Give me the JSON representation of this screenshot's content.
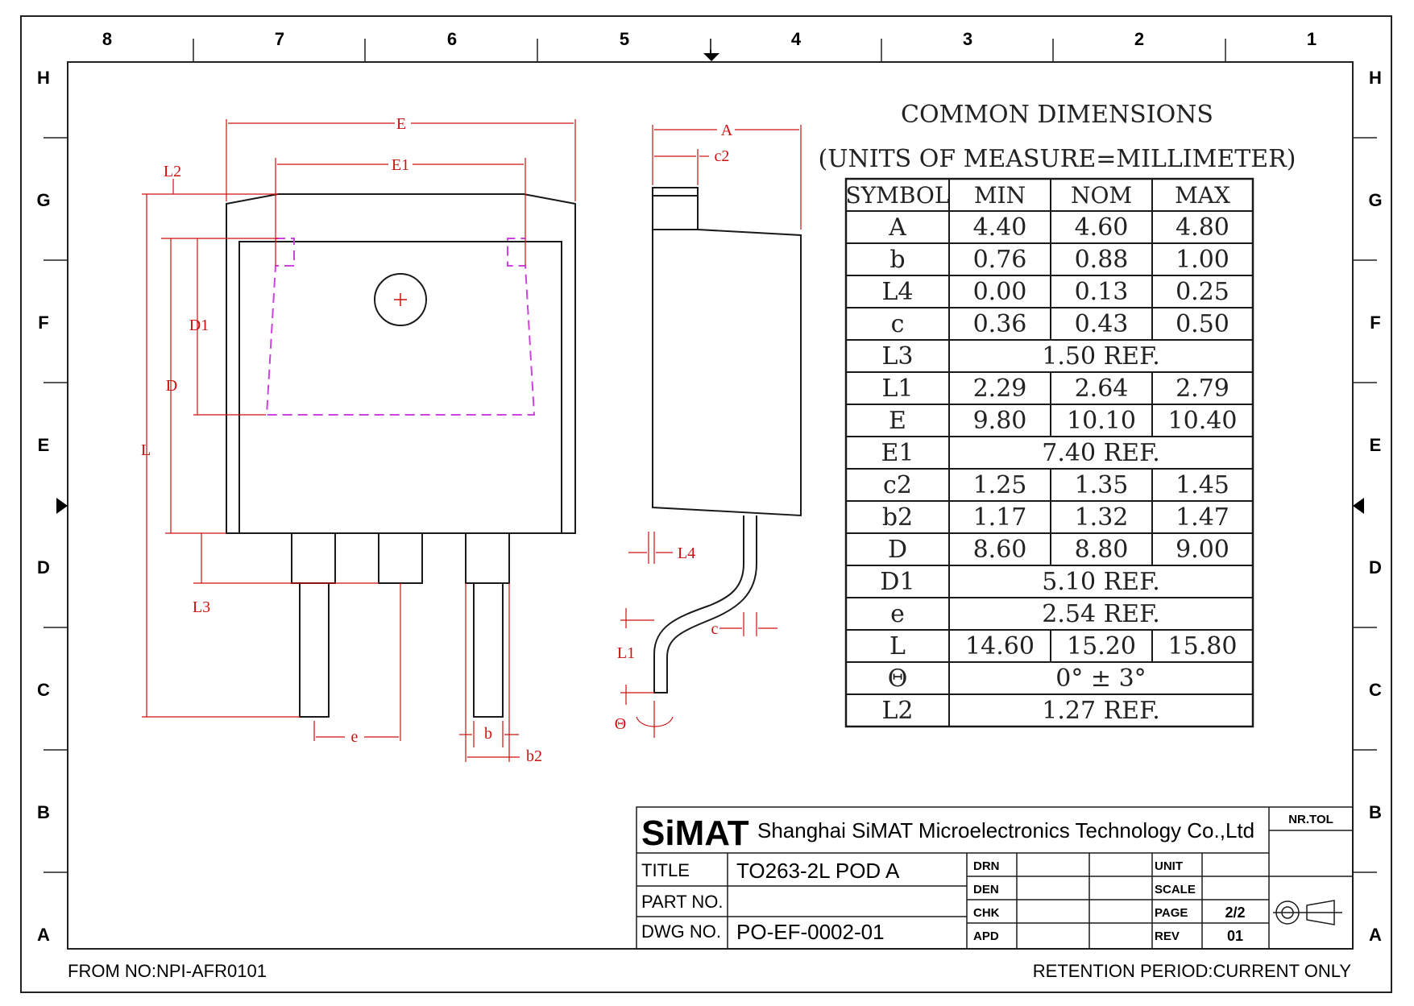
{
  "grid": {
    "columns": [
      "8",
      "7",
      "6",
      "5",
      "4",
      "3",
      "2",
      "1"
    ],
    "rows": [
      "H",
      "G",
      "F",
      "E",
      "D",
      "C",
      "B",
      "A"
    ]
  },
  "dimension_labels": {
    "E": "E",
    "E1": "E1",
    "L2": "L2",
    "D1": "D1",
    "D": "D",
    "L": "L",
    "L3": "L3",
    "e": "e",
    "b": "b",
    "b2": "b2",
    "A": "A",
    "c2": "c2",
    "L4": "L4",
    "c": "c",
    "L1": "L1",
    "theta": "Θ"
  },
  "table": {
    "title": "COMMON DIMENSIONS",
    "subtitle": "(UNITS OF MEASURE=MILLIMETER)",
    "headers": [
      "SYMBOL",
      "MIN",
      "NOM",
      "MAX"
    ],
    "rows": [
      {
        "symbol": "A",
        "min": "4.40",
        "nom": "4.60",
        "max": "4.80"
      },
      {
        "symbol": "b",
        "min": "0.76",
        "nom": "0.88",
        "max": "1.00"
      },
      {
        "symbol": "L4",
        "min": "0.00",
        "nom": "0.13",
        "max": "0.25"
      },
      {
        "symbol": "c",
        "min": "0.36",
        "nom": "0.43",
        "max": "0.50"
      },
      {
        "symbol": "L3",
        "ref": "1.50 REF."
      },
      {
        "symbol": "L1",
        "min": "2.29",
        "nom": "2.64",
        "max": "2.79"
      },
      {
        "symbol": "E",
        "min": "9.80",
        "nom": "10.10",
        "max": "10.40"
      },
      {
        "symbol": "E1",
        "ref": "7.40 REF."
      },
      {
        "symbol": "c2",
        "min": "1.25",
        "nom": "1.35",
        "max": "1.45"
      },
      {
        "symbol": "b2",
        "min": "1.17",
        "nom": "1.32",
        "max": "1.47"
      },
      {
        "symbol": "D",
        "min": "8.60",
        "nom": "8.80",
        "max": "9.00"
      },
      {
        "symbol": "D1",
        "ref": "5.10 REF."
      },
      {
        "symbol": "e",
        "ref": "2.54 REF."
      },
      {
        "symbol": "L",
        "min": "14.60",
        "nom": "15.20",
        "max": "15.80"
      },
      {
        "symbol": "Θ",
        "ref": "0° ± 3°"
      },
      {
        "symbol": "L2",
        "ref": "1.27 REF."
      }
    ]
  },
  "title_block": {
    "logo": "SiMAT",
    "company": "Shanghai SiMAT Microelectronics Technology Co.,Ltd",
    "nr_tol": "NR.TOL",
    "title_label": "TITLE",
    "title_value": "TO263-2L POD A",
    "part_no_label": "PART NO.",
    "part_no_value": "",
    "dwg_no_label": "DWG NO.",
    "dwg_no_value": "PO-EF-0002-01",
    "drn": "DRN",
    "den": "DEN",
    "chk": "CHK",
    "apd": "APD",
    "unit": "UNIT",
    "scale": "SCALE",
    "page_label": "PAGE",
    "page_value": "2/2",
    "rev_label": "REV",
    "rev_value": "01"
  },
  "footer": {
    "form_no": "FROM NO:NPI-AFR0101",
    "retention": "RETENTION PERIOD:CURRENT ONLY"
  },
  "colors": {
    "dimension": "#cc1111",
    "hidden_outline": "#cc44dd",
    "line": "#1a1a1a"
  }
}
